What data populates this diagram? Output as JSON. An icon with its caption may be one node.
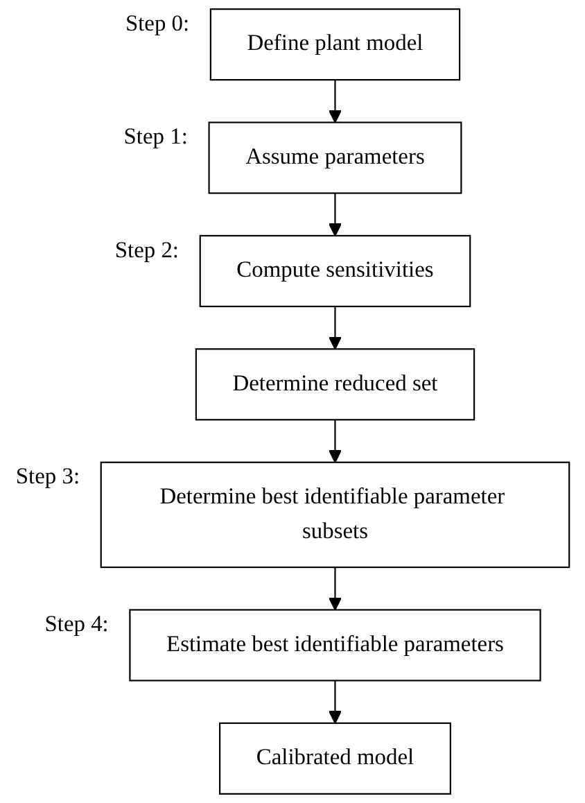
{
  "diagram": {
    "nodes": [
      {
        "text": [
          "Define plant model"
        ],
        "beside": [
          "Step 0:"
        ]
      },
      {
        "text": [
          "Assume parameters"
        ],
        "beside": [
          "Step 1:"
        ]
      },
      {
        "text": [
          "Compute sensitivities"
        ],
        "beside": [
          "Step 2:"
        ]
      },
      {
        "text": [
          "Determine reduced set"
        ]
      },
      {
        "text": [
          "Determine best identifiable parameter subsets"
        ],
        "beside": [
          "Step 3:"
        ]
      },
      {
        "text": [
          "Estimate best identifiable parameters"
        ],
        "beside": [
          "Step 4:"
        ]
      },
      {
        "text": [
          "Calibrated model"
        ]
      }
    ],
    "edges": [
      {
        "from": 0,
        "to": 1,
        "arrow": "to"
      },
      {
        "from": 1,
        "to": 2,
        "arrow": "to"
      },
      {
        "from": 2,
        "to": 3,
        "arrow": "to"
      },
      {
        "from": 3,
        "to": 4,
        "arrow": "to"
      },
      {
        "from": 4,
        "to": 5,
        "arrow": "to"
      },
      {
        "from": 5,
        "to": 6,
        "arrow": "to"
      }
    ]
  }
}
